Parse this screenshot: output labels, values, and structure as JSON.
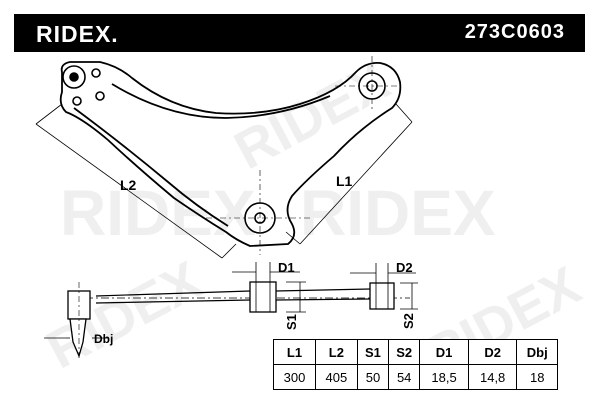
{
  "header": {
    "brand": "RIDEX.",
    "part_number": "273C0603"
  },
  "watermark": {
    "text": "RIDEX",
    "color": "#efefef"
  },
  "drawing": {
    "labels": {
      "l1": "L1",
      "l2": "L2",
      "d1": "D1",
      "d2": "D2",
      "s1": "S1",
      "s2": "S2",
      "dbj": "Dbj"
    }
  },
  "spec_table": {
    "headers": [
      "L1",
      "L2",
      "S1",
      "S2",
      "D1",
      "D2",
      "Dbj"
    ],
    "values": [
      "300",
      "405",
      "50",
      "54",
      "18,5",
      "14,8",
      "18"
    ]
  }
}
